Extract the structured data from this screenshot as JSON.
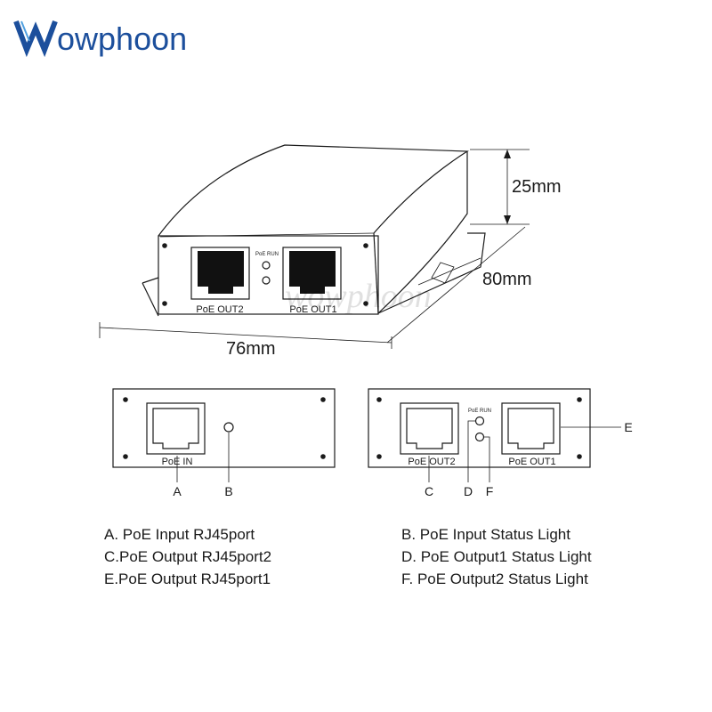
{
  "brand": {
    "logo_text": "owphoon",
    "logo_color": "#1c4f9c",
    "watermark": "wowphoon"
  },
  "device": {
    "dimensions": {
      "height": "25mm",
      "depth": "80mm",
      "width": "76mm"
    },
    "iso_view": {
      "led_label": "PoE RUN",
      "port_left_label": "PoE OUT2",
      "port_right_label": "PoE OUT1"
    },
    "input_panel": {
      "port_label": "PoE IN",
      "callouts": [
        "A",
        "B"
      ]
    },
    "output_panel": {
      "led_label": "PoE RUN",
      "port_left_label": "PoE OUT2",
      "port_right_label": "PoE OUT1",
      "callouts": [
        "C",
        "D",
        "F",
        "E"
      ]
    }
  },
  "legend": {
    "left": [
      "A. PoE Input RJ45port",
      "C.PoE Output RJ45port2",
      "E.PoE Output RJ45port1"
    ],
    "right": [
      "B. PoE Input Status Light",
      "D. PoE Output1 Status Light",
      "F.  PoE Output2 Status Light"
    ]
  }
}
